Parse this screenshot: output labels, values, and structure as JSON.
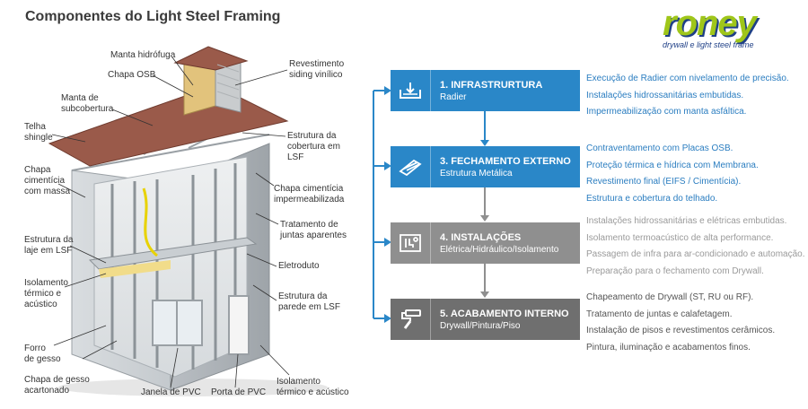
{
  "title": "Componentes do Light Steel Framing",
  "logo": {
    "word": "roney",
    "tagline": "drywall e light steel frame"
  },
  "labels": {
    "manta_hidrofuga": "Manta hidrófuga",
    "chapa_osb": "Chapa OSB",
    "revestimento_siding": [
      "Revestimento",
      "siding vinílico"
    ],
    "manta_subcobertura": [
      "Manta de",
      "subcobertura"
    ],
    "telha_shingle": [
      "Telha",
      "shingle"
    ],
    "estrutura_cobertura": [
      "Estrutura da",
      "cobertura em",
      "LSF"
    ],
    "chapa_cimenticia_massa": [
      "Chapa",
      "cimentícia",
      "com massa"
    ],
    "chapa_cimenticia_imper": [
      "Chapa cimentícia",
      "impermeabilizada"
    ],
    "tratamento_juntas": [
      "Tratamento de",
      "juntas aparentes"
    ],
    "estrutura_laje": [
      "Estrutura da",
      "laje em LSF"
    ],
    "eletroduto": "Eletroduto",
    "isolamento_termico": [
      "Isolamento",
      "térmico e",
      "acústico"
    ],
    "estrutura_parede": [
      "Estrutura da",
      "parede em LSF"
    ],
    "forro_gesso": [
      "Forro",
      "de gesso"
    ],
    "chapa_gesso": [
      "Chapa de gesso",
      "acartonado"
    ],
    "janela_pvc": "Janela de PVC",
    "porta_pvc": "Porta de PVC",
    "isolamento_termico_acustico": [
      "Isolamento",
      "térmico e acústico"
    ]
  },
  "steps": [
    {
      "title": "1. INFRASTRURTURA",
      "subtitle": "Radier",
      "color": "#2a87c8",
      "icon": "foundation-icon",
      "details": [
        "Execução de Radier com nivelamento de precisão.",
        "Instalações hidrossanitárias embutidas.",
        "Impermeabilização com manta asfáltica."
      ]
    },
    {
      "title": "3. FECHAMENTO EXTERNO",
      "subtitle": "Estrutura Metálica",
      "color": "#2a87c8",
      "icon": "steel-frame-icon",
      "details": [
        "Contraventamento com Placas OSB.",
        "Proteção térmica e hídrica com Membrana.",
        "Revestimento final (EIFS / Cimentícia).",
        "Estrutura e cobertura do telhado."
      ]
    },
    {
      "title": "4. INSTALAÇÕES",
      "subtitle": "Elétrica/Hidráulico/Isolamento",
      "color": "#8f8f8f",
      "icon": "installations-icon",
      "details": [
        "Instalações hidrossanitárias e elétricas embutidas.",
        "Isolamento termoacústico de alta performance.",
        "Passagem de infra para ar-condicionado e automação.",
        "Preparação para o fechamento com Drywall."
      ]
    },
    {
      "title": "5. ACABAMENTO INTERNO",
      "subtitle": "Drywall/Pintura/Piso",
      "color": "#6f6f6f",
      "icon": "paint-roller-icon",
      "details": [
        "Chapeamento de Drywall (ST, RU ou RF).",
        "Tratamento de juntas e calafetagem.",
        "Instalação de pisos e revestimentos cerâmicos.",
        "Pintura, iluminação e acabamentos finos."
      ]
    }
  ]
}
